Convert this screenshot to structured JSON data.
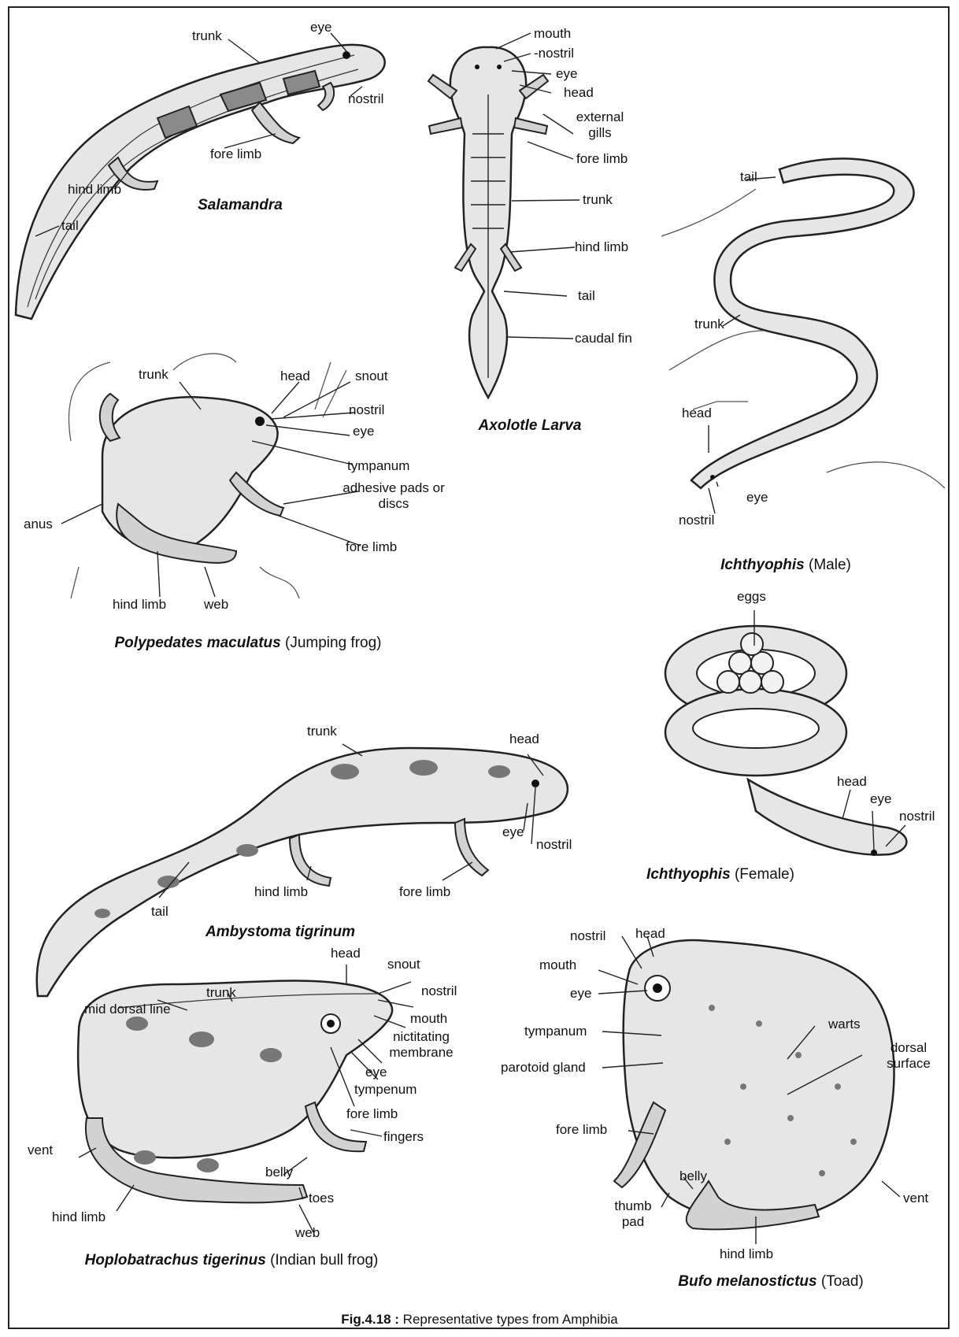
{
  "figure": {
    "number": "Fig.4.18 :",
    "title": "Representative types from Amphibia"
  },
  "specimens": {
    "salamandra": {
      "name": "Salamandra",
      "labels": [
        "trunk",
        "eye",
        "nostril",
        "fore limb",
        "hind limb",
        "tail"
      ]
    },
    "axolotl": {
      "name": "Axolotle Larva",
      "labels": [
        "mouth",
        "-nostril",
        "eye",
        "head",
        "external gills",
        "fore limb",
        "trunk",
        "hind limb",
        "tail",
        "caudal fin"
      ]
    },
    "ichthyophis_male": {
      "name": "Ichthyophis",
      "note": "(Male)",
      "labels": [
        "tail",
        "trunk",
        "head",
        "eye",
        "nostril"
      ]
    },
    "polypedates": {
      "name": "Polypedates maculatus",
      "note": "(Jumping frog)",
      "labels": [
        "trunk",
        "head",
        "snout",
        "nostril",
        "eye",
        "tympanum",
        "adhesive pads or discs",
        "anus",
        "fore limb",
        "hind limb",
        "web"
      ]
    },
    "ichthyophis_female": {
      "name": "Ichthyophis",
      "note": "(Female)",
      "labels": [
        "eggs",
        "head",
        "eye",
        "nostril"
      ]
    },
    "ambystoma": {
      "name": "Ambystoma tigrinum",
      "labels": [
        "trunk",
        "head",
        "eye",
        "nostril",
        "hind limb",
        "fore limb",
        "tail"
      ]
    },
    "hoplobatrachus": {
      "name": "Hoplobatrachus tigerinus",
      "note": "(Indian bull frog)",
      "labels": [
        "head",
        "snout",
        "nostril",
        "trunk",
        "mid dorsal line",
        "mouth",
        "nictitating membrane",
        "eye",
        "tympenum",
        "fore limb",
        "fingers",
        "vent",
        "belly",
        "toes",
        "hind limb",
        "web"
      ]
    },
    "bufo": {
      "name": "Bufo melanostictus",
      "note": "(Toad)",
      "labels": [
        "nostril",
        "head",
        "mouth",
        "eye",
        "tympanum",
        "parotoid gland",
        "warts",
        "dorsal surface",
        "fore limb",
        "belly",
        "thumb pad",
        "vent",
        "hind limb"
      ]
    }
  }
}
